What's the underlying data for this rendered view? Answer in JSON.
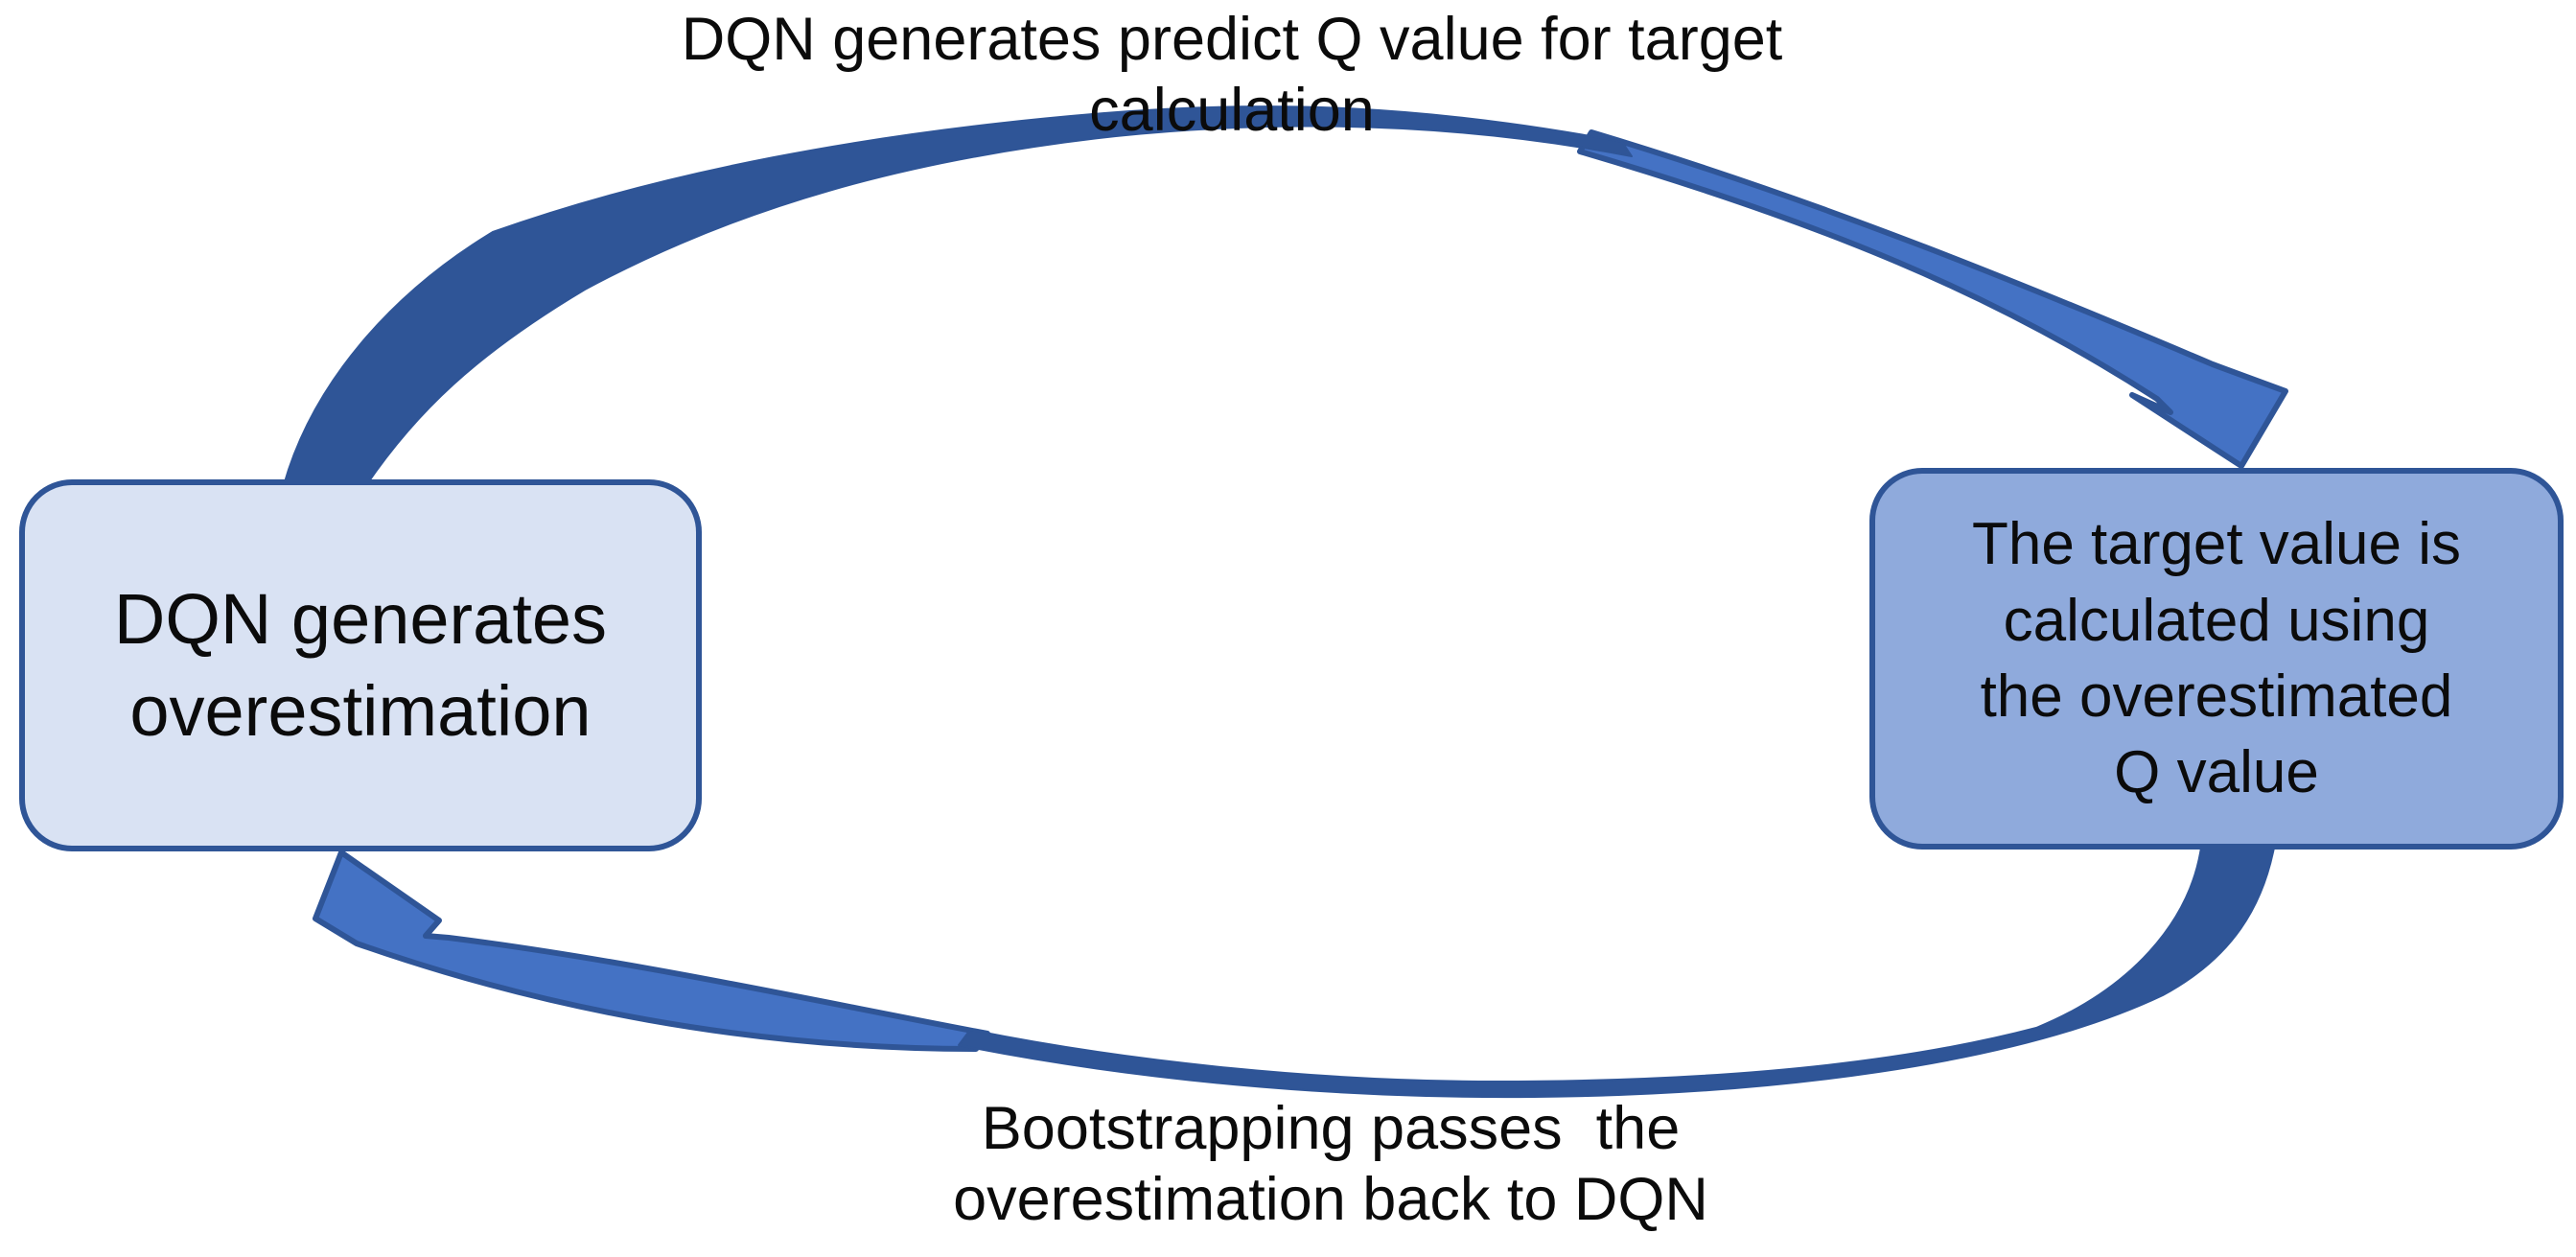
{
  "captions": {
    "top": "DQN generates predict Q value for target\ncalculation",
    "bottom": "Bootstrapping passes  the\noverestimation back to DQN"
  },
  "boxes": {
    "left": {
      "text": "DQN generates\noverestimation"
    },
    "right": {
      "text": "The target value is\ncalculated using\nthe overestimated\nQ value"
    }
  },
  "arrows": {
    "top": {
      "from": "left-box",
      "to": "right-box",
      "style": "curved-block-arrow"
    },
    "bottom": {
      "from": "right-box",
      "to": "left-box",
      "style": "curved-block-arrow"
    }
  },
  "colors": {
    "arrow_fill": "#4472C4",
    "arrow_outline": "#2F5597",
    "left_box_fill": "#D9E2F3",
    "right_box_fill": "#8FAADC",
    "box_border": "#2F5597",
    "text": "#0B0B0B",
    "background": "#FFFFFF"
  }
}
